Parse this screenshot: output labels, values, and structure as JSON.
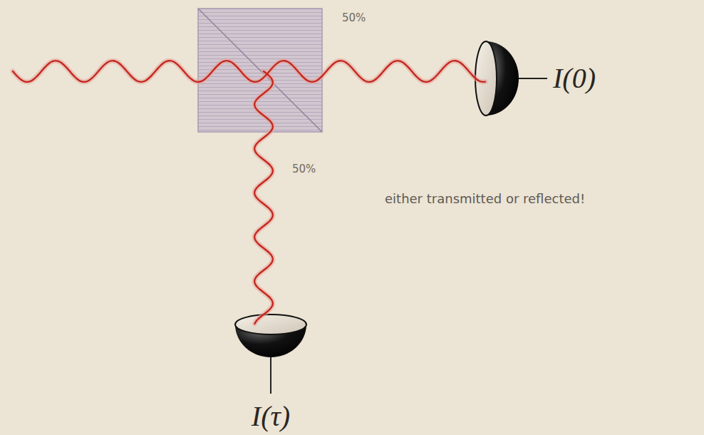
{
  "diagram": {
    "labels": [
      "50%",
      "50%",
      "either transmitted or reflected!",
      "I(0)",
      "I(τ)"
    ]
  }
}
